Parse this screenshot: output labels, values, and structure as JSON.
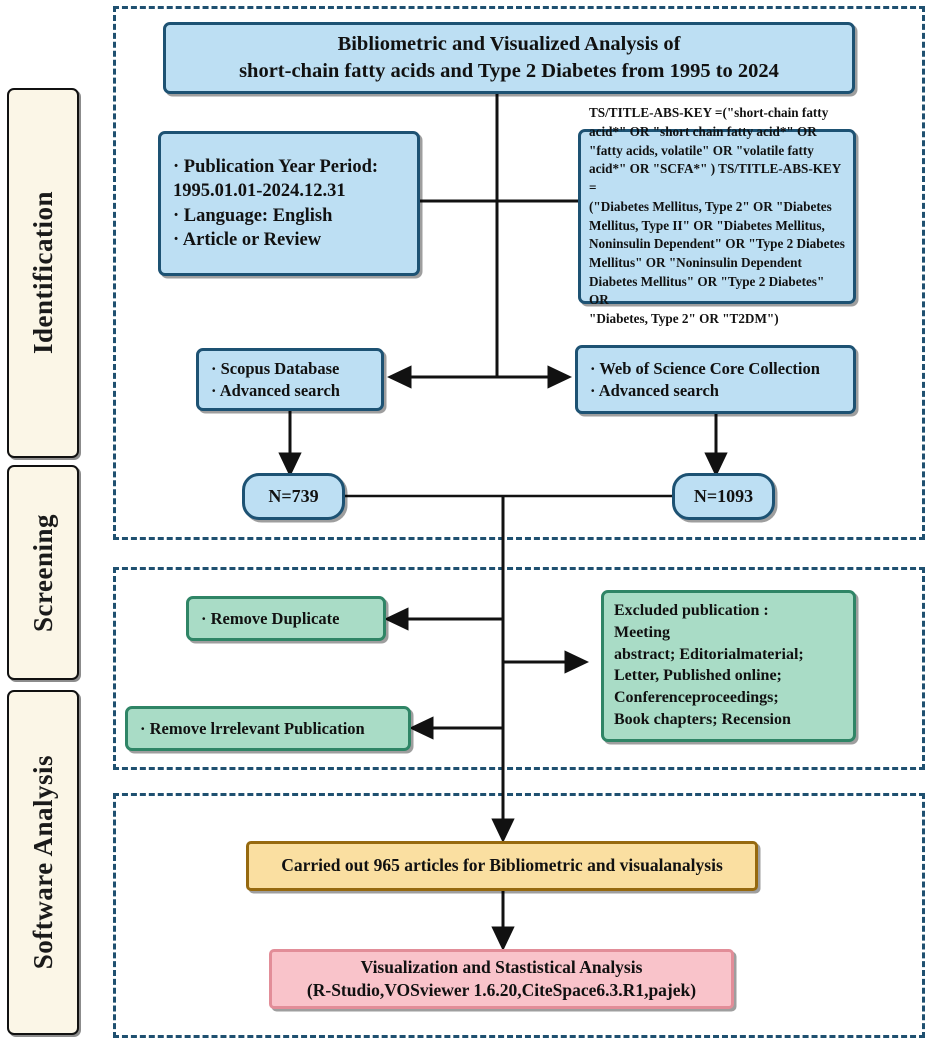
{
  "figure": {
    "title_line1": "Bibliometric and Visualized Analysis of",
    "title_line2": "short-chain fatty acids and Type 2 Diabetes from 1995 to 2024"
  },
  "phases": [
    {
      "label": "Identification"
    },
    {
      "label": "Screening"
    },
    {
      "label": "Software Analysis"
    }
  ],
  "identification": {
    "criteria": {
      "line1": "· Publication Year Period:",
      "line2": "1995.01.01-2024.12.31",
      "line3": "· Language: English",
      "line4": "· Article or Review"
    },
    "query": {
      "line1": "TS/TITLE-ABS-KEY =(\"short-chain fatty",
      "line2": "acid*\" OR \"short chain fatty acid*\" OR",
      "line3": "\"fatty acids, volatile\" OR \"volatile fatty",
      "line4": "acid*\" OR \"SCFA*\" ) TS/TITLE-ABS-KEY =",
      "line5": "(\"Diabetes Mellitus, Type 2\" OR \"Diabetes",
      "line6": "Mellitus, Type II\" OR \"Diabetes Mellitus,",
      "line7": "Noninsulin Dependent\" OR \"Type 2 Diabetes",
      "line8": "Mellitus\" OR \"Noninsulin Dependent",
      "line9": "Diabetes Mellitus\" OR \"Type 2 Diabetes\" OR",
      "line10": "\"Diabetes, Type 2\" OR \"T2DM\")"
    },
    "scopus": {
      "line1": "· Scopus Database",
      "line2": "· Advanced search"
    },
    "wos": {
      "line1": "· Web of Science Core Collection",
      "line2": "· Advanced search"
    },
    "scopus_count": "N=739",
    "wos_count": "N=1093"
  },
  "screening": {
    "remove_duplicate": "· Remove Duplicate",
    "remove_irrelevant": "· Remove lrrelevant Publication",
    "excluded": {
      "line1": "Excluded publication :",
      "line2": "Meeting",
      "line3": "abstract; Editorialmaterial;",
      "line4": "Letter, Published online;",
      "line5": "Conferenceproceedings;",
      "line6": "Book chapters; Recension"
    }
  },
  "software_analysis": {
    "carried_out": "Carried out 965 articles for Bibliometric and visualanalysis",
    "visualization_line1": "Visualization and Stastistical Analysis",
    "visualization_line2": "(R-Studio,VOSviewer 1.6.20,CiteSpace6.3.R1,pajek)"
  },
  "colors": {
    "blue_fill": "#bddff3",
    "blue_border": "#1d5273",
    "green_fill": "#a9dcc6",
    "green_border": "#2f8566",
    "orange_fill": "#fadfa1",
    "orange_border": "#96690f",
    "pink_fill": "#f9c3ca",
    "pink_border": "#e28d98",
    "phase_fill": "#fbf6e7",
    "dashed_border": "#1f5070",
    "arrow": "#111111"
  }
}
